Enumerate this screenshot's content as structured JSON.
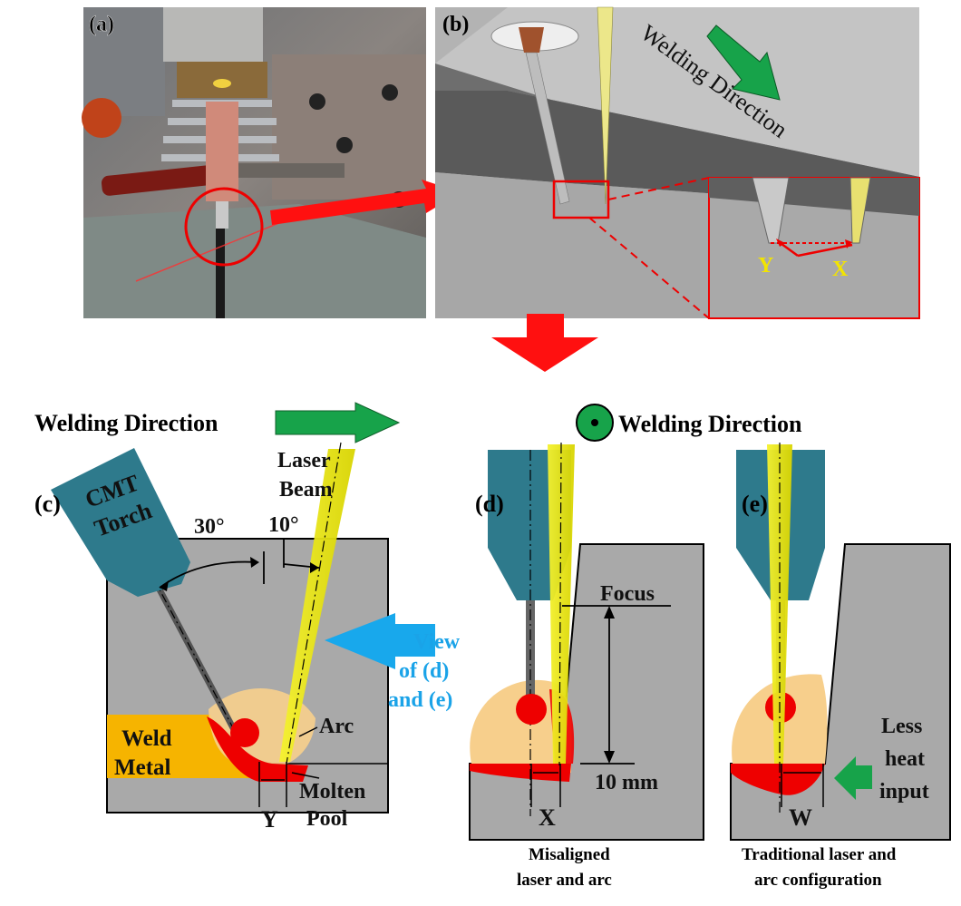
{
  "panels": {
    "a": "(a)",
    "b": "(b)",
    "c": "(c)",
    "d": "(d)",
    "e": "(e)"
  },
  "panel_b": {
    "welding_direction": "Welding Direction",
    "inset_y": "Y",
    "inset_x": "X"
  },
  "panel_c": {
    "welding_direction": "Welding Direction",
    "torch_line1": "CMT",
    "torch_line2": "Torch",
    "laser_line1": "Laser",
    "laser_line2": "Beam",
    "angle_torch": "30°",
    "angle_laser": "10°",
    "view_line1": "View",
    "view_line2": "of (d)",
    "view_line3": "and (e)",
    "weld_line1": "Weld",
    "weld_line2": "Metal",
    "arc": "Arc",
    "pool_line1": "Molten",
    "pool_line2": "Pool",
    "y": "Y"
  },
  "panel_d": {
    "welding_direction": "Welding Direction",
    "focus": "Focus",
    "distance": "10 mm",
    "x": "X",
    "caption_line1": "Misaligned",
    "caption_line2": "laser and arc"
  },
  "panel_e": {
    "less_line1": "Less",
    "less_line2": "heat",
    "less_line3": "input",
    "w": "W",
    "caption_line1": "Traditional laser and",
    "caption_line2": "arc configuration"
  },
  "colors": {
    "torch": "#2e7a8c",
    "workpiece": "#a9a9a9",
    "laser": "#f5f230",
    "weld_metal": "#f6b400",
    "arc_glow": "#f7cf8c",
    "molten": "#ee0000",
    "arrow_red": "#ff1010",
    "arrow_green": "#17a34a",
    "arrow_blue": "#18a8ec",
    "label_cyan": "#1aa3e8",
    "label_yellow": "#f2e400"
  }
}
